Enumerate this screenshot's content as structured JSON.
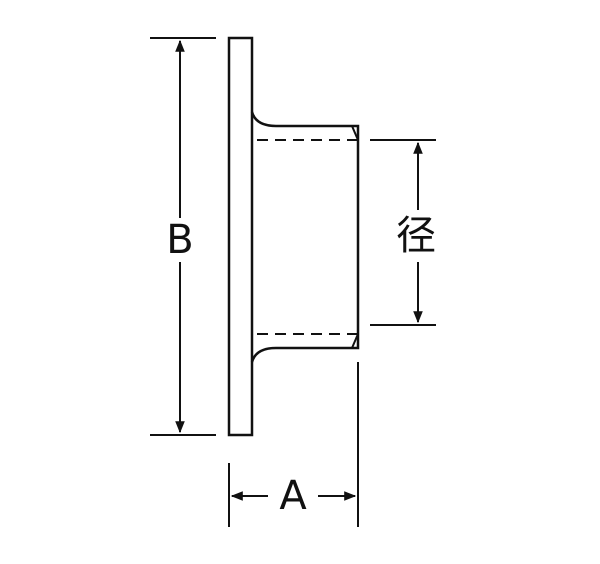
{
  "labels": {
    "height": "B",
    "width": "A",
    "diameter": "径"
  },
  "colors": {
    "stroke": "#111111",
    "background": "#ffffff"
  }
}
